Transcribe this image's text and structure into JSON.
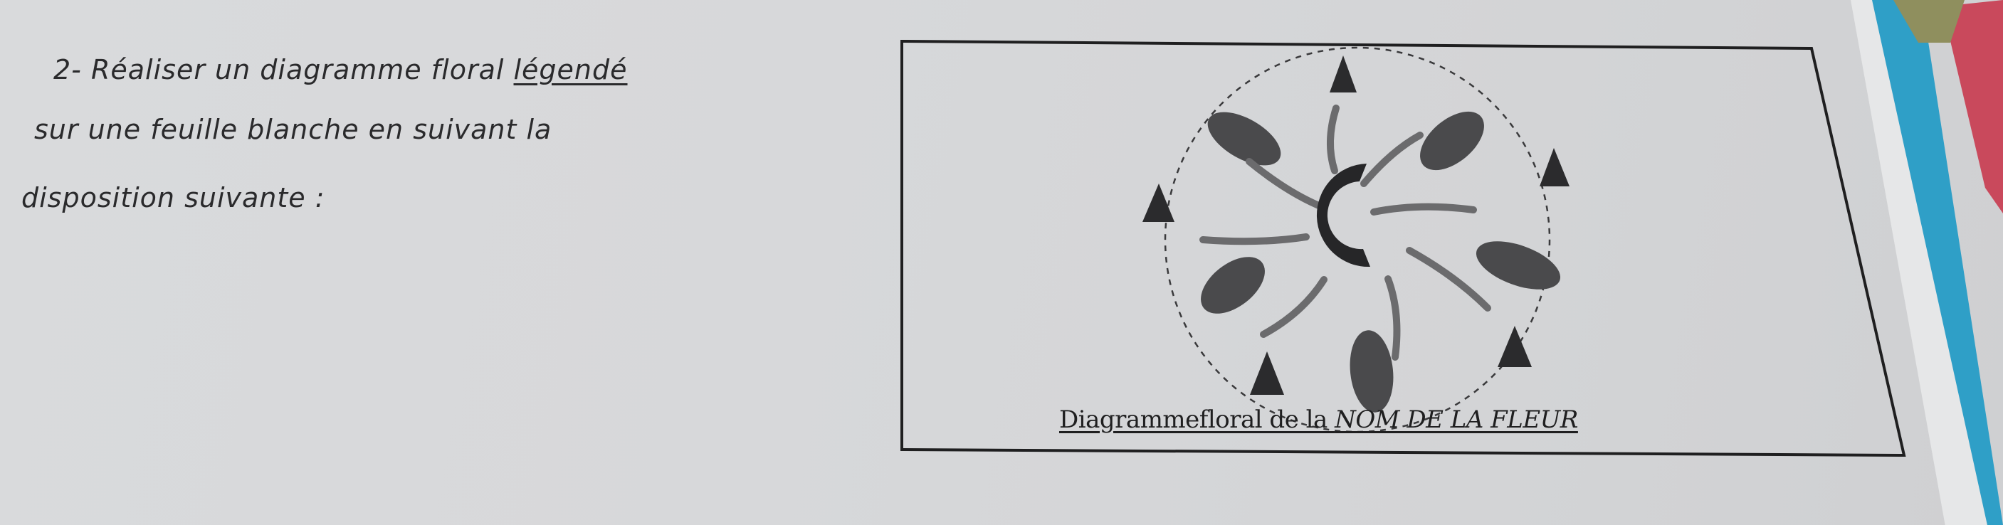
{
  "instructions": {
    "line1_prefix": "2- Réaliser un diagramme floral ",
    "line1_underlined": "légendé",
    "line2": "sur une feuille blanche en suivant la",
    "line3": "disposition suivante :"
  },
  "figure": {
    "caption_prefix": "Diagrammefloral de la ",
    "caption_name": "NOM DE LA FLEUR",
    "element_color": "#4a4a4c",
    "ink_color": "#1f1f20"
  }
}
